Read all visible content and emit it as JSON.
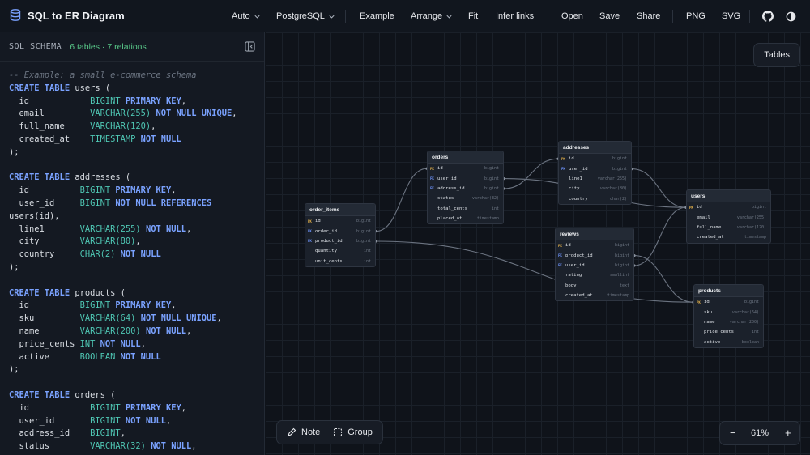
{
  "app": {
    "title": "SQL to ER Diagram",
    "logo_icon": "database-icon"
  },
  "toolbar": {
    "auto": "Auto",
    "dialect": "PostgreSQL",
    "example": "Example",
    "arrange": "Arrange",
    "fit": "Fit",
    "infer_links": "Infer links",
    "open": "Open",
    "save": "Save",
    "share": "Share",
    "png": "PNG",
    "svg": "SVG",
    "github_icon": "github-icon",
    "theme_icon": "theme-toggle-icon"
  },
  "schema_panel": {
    "label": "SQL SCHEMA",
    "count": "6 tables · 7 relations",
    "collapse_icon": "collapse-panel-icon"
  },
  "code_lines": [
    [
      [
        "-- Example: a small e-commerce schema",
        "cm"
      ]
    ],
    [
      [
        "CREATE TABLE",
        "kw"
      ],
      [
        " users (",
        ""
      ]
    ],
    [
      [
        "  id            ",
        ""
      ],
      [
        "BIGINT",
        "ty"
      ],
      [
        " ",
        ""
      ],
      [
        "PRIMARY KEY",
        "kw"
      ],
      [
        ",",
        ""
      ]
    ],
    [
      [
        "  email         ",
        ""
      ],
      [
        "VARCHAR(255)",
        "ty"
      ],
      [
        " ",
        ""
      ],
      [
        "NOT NULL UNIQUE",
        "kw"
      ],
      [
        ",",
        ""
      ]
    ],
    [
      [
        "  full_name     ",
        ""
      ],
      [
        "VARCHAR(120)",
        "ty"
      ],
      [
        ",",
        ""
      ]
    ],
    [
      [
        "  created_at    ",
        ""
      ],
      [
        "TIMESTAMP",
        "ty"
      ],
      [
        " ",
        ""
      ],
      [
        "NOT NULL",
        "kw"
      ]
    ],
    [
      [
        ");",
        ""
      ]
    ],
    [
      [
        "",
        ""
      ]
    ],
    [
      [
        "CREATE TABLE",
        "kw"
      ],
      [
        " addresses (",
        ""
      ]
    ],
    [
      [
        "  id          ",
        ""
      ],
      [
        "BIGINT",
        "ty"
      ],
      [
        " ",
        ""
      ],
      [
        "PRIMARY KEY",
        "kw"
      ],
      [
        ",",
        ""
      ]
    ],
    [
      [
        "  user_id     ",
        ""
      ],
      [
        "BIGINT",
        "ty"
      ],
      [
        " ",
        ""
      ],
      [
        "NOT NULL REFERENCES",
        "kw"
      ]
    ],
    [
      [
        "users(id),",
        ""
      ]
    ],
    [
      [
        "  line1       ",
        ""
      ],
      [
        "VARCHAR(255)",
        "ty"
      ],
      [
        " ",
        ""
      ],
      [
        "NOT NULL",
        "kw"
      ],
      [
        ",",
        ""
      ]
    ],
    [
      [
        "  city        ",
        ""
      ],
      [
        "VARCHAR(80)",
        "ty"
      ],
      [
        ",",
        ""
      ]
    ],
    [
      [
        "  country     ",
        ""
      ],
      [
        "CHAR(2)",
        "ty"
      ],
      [
        " ",
        ""
      ],
      [
        "NOT NULL",
        "kw"
      ]
    ],
    [
      [
        ");",
        ""
      ]
    ],
    [
      [
        "",
        ""
      ]
    ],
    [
      [
        "CREATE TABLE",
        "kw"
      ],
      [
        " products (",
        ""
      ]
    ],
    [
      [
        "  id          ",
        ""
      ],
      [
        "BIGINT",
        "ty"
      ],
      [
        " ",
        ""
      ],
      [
        "PRIMARY KEY",
        "kw"
      ],
      [
        ",",
        ""
      ]
    ],
    [
      [
        "  sku         ",
        ""
      ],
      [
        "VARCHAR(64)",
        "ty"
      ],
      [
        " ",
        ""
      ],
      [
        "NOT NULL UNIQUE",
        "kw"
      ],
      [
        ",",
        ""
      ]
    ],
    [
      [
        "  name        ",
        ""
      ],
      [
        "VARCHAR(200)",
        "ty"
      ],
      [
        " ",
        ""
      ],
      [
        "NOT NULL",
        "kw"
      ],
      [
        ",",
        ""
      ]
    ],
    [
      [
        "  price_cents ",
        ""
      ],
      [
        "INT",
        "ty"
      ],
      [
        " ",
        ""
      ],
      [
        "NOT NULL",
        "kw"
      ],
      [
        ",",
        ""
      ]
    ],
    [
      [
        "  active      ",
        ""
      ],
      [
        "BOOLEAN",
        "ty"
      ],
      [
        " ",
        ""
      ],
      [
        "NOT NULL",
        "kw"
      ]
    ],
    [
      [
        ");",
        ""
      ]
    ],
    [
      [
        "",
        ""
      ]
    ],
    [
      [
        "CREATE TABLE",
        "kw"
      ],
      [
        " orders (",
        ""
      ]
    ],
    [
      [
        "  id            ",
        ""
      ],
      [
        "BIGINT",
        "ty"
      ],
      [
        " ",
        ""
      ],
      [
        "PRIMARY KEY",
        "kw"
      ],
      [
        ",",
        ""
      ]
    ],
    [
      [
        "  user_id       ",
        ""
      ],
      [
        "BIGINT",
        "ty"
      ],
      [
        " ",
        ""
      ],
      [
        "NOT NULL",
        "kw"
      ],
      [
        ",",
        ""
      ]
    ],
    [
      [
        "  address_id    ",
        ""
      ],
      [
        "BIGINT",
        "ty"
      ],
      [
        ",",
        ""
      ]
    ],
    [
      [
        "  status        ",
        ""
      ],
      [
        "VARCHAR(32)",
        "ty"
      ],
      [
        " ",
        ""
      ],
      [
        "NOT NULL",
        "kw"
      ],
      [
        ",",
        ""
      ]
    ]
  ],
  "canvas": {
    "tables_button": "Tables",
    "note_button": "Note",
    "group_button": "Group",
    "zoom_minus": "−",
    "zoom_level": "61%",
    "zoom_plus": "+"
  },
  "er_tables": [
    {
      "id": "orders",
      "name": "orders",
      "columns": [
        {
          "badge": "PK",
          "name": "id",
          "type": "bigint"
        },
        {
          "badge": "FK",
          "name": "user_id",
          "type": "bigint"
        },
        {
          "badge": "FK",
          "name": "address_id",
          "type": "bigint"
        },
        {
          "badge": "",
          "name": "status",
          "type": "varchar(32)"
        },
        {
          "badge": "",
          "name": "total_cents",
          "type": "int"
        },
        {
          "badge": "",
          "name": "placed_at",
          "type": "timestamp"
        }
      ]
    },
    {
      "id": "addresses",
      "name": "addresses",
      "columns": [
        {
          "badge": "PK",
          "name": "id",
          "type": "bigint"
        },
        {
          "badge": "FK",
          "name": "user_id",
          "type": "bigint"
        },
        {
          "badge": "",
          "name": "line1",
          "type": "varchar(255)"
        },
        {
          "badge": "",
          "name": "city",
          "type": "varchar(80)"
        },
        {
          "badge": "",
          "name": "country",
          "type": "char(2)"
        }
      ]
    },
    {
      "id": "order_items",
      "name": "order_items",
      "columns": [
        {
          "badge": "PK",
          "name": "id",
          "type": "bigint"
        },
        {
          "badge": "FK",
          "name": "order_id",
          "type": "bigint"
        },
        {
          "badge": "FK",
          "name": "product_id",
          "type": "bigint"
        },
        {
          "badge": "",
          "name": "quantity",
          "type": "int"
        },
        {
          "badge": "",
          "name": "unit_cents",
          "type": "int"
        }
      ]
    },
    {
      "id": "users",
      "name": "users",
      "columns": [
        {
          "badge": "PK",
          "name": "id",
          "type": "bigint"
        },
        {
          "badge": "",
          "name": "email",
          "type": "varchar(255)"
        },
        {
          "badge": "",
          "name": "full_name",
          "type": "varchar(120)"
        },
        {
          "badge": "",
          "name": "created_at",
          "type": "timestamp"
        }
      ]
    },
    {
      "id": "reviews",
      "name": "reviews",
      "columns": [
        {
          "badge": "PK",
          "name": "id",
          "type": "bigint"
        },
        {
          "badge": "FK",
          "name": "product_id",
          "type": "bigint"
        },
        {
          "badge": "FK",
          "name": "user_id",
          "type": "bigint"
        },
        {
          "badge": "",
          "name": "rating",
          "type": "smallint"
        },
        {
          "badge": "",
          "name": "body",
          "type": "text"
        },
        {
          "badge": "",
          "name": "created_at",
          "type": "timestamp"
        }
      ]
    },
    {
      "id": "products",
      "name": "products",
      "columns": [
        {
          "badge": "PK",
          "name": "id",
          "type": "bigint"
        },
        {
          "badge": "",
          "name": "sku",
          "type": "varchar(64)"
        },
        {
          "badge": "",
          "name": "name",
          "type": "varchar(200)"
        },
        {
          "badge": "",
          "name": "price_cents",
          "type": "int"
        },
        {
          "badge": "",
          "name": "active",
          "type": "boolean"
        }
      ]
    }
  ],
  "relations": [
    {
      "from": "order_items.order_id",
      "to": "orders.id"
    },
    {
      "from": "order_items.product_id",
      "to": "products.id"
    },
    {
      "from": "orders.user_id",
      "to": "users.id"
    },
    {
      "from": "orders.address_id",
      "to": "addresses.id"
    },
    {
      "from": "addresses.user_id",
      "to": "users.id"
    },
    {
      "from": "reviews.product_id",
      "to": "products.id"
    },
    {
      "from": "reviews.user_id",
      "to": "users.id"
    }
  ],
  "colors": {
    "accent_green": "#59c98a",
    "keyword": "#7aa2ff",
    "type": "#4fc7b4",
    "pk": "#e6b34a",
    "fk": "#6f95ff"
  }
}
